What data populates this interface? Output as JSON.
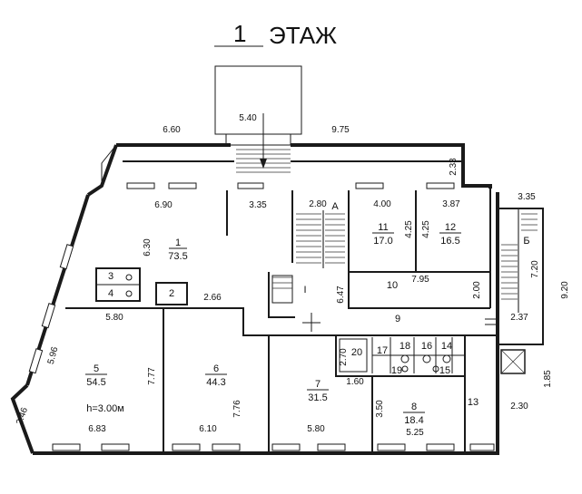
{
  "title": {
    "floor_number": "1",
    "floor_word": "ЭТАЖ"
  },
  "letters": {
    "a": "А",
    "b": "Б"
  },
  "height_note": "h=3.00м",
  "rooms": [
    {
      "id": "r1",
      "number": "1",
      "area": "73.5"
    },
    {
      "id": "r2",
      "number": "2",
      "area": ""
    },
    {
      "id": "r3",
      "number": "3",
      "area": ""
    },
    {
      "id": "r4",
      "number": "4",
      "area": ""
    },
    {
      "id": "r5",
      "number": "5",
      "area": "54.5"
    },
    {
      "id": "r6",
      "number": "6",
      "area": "44.3"
    },
    {
      "id": "r7",
      "number": "7",
      "area": "31.5"
    },
    {
      "id": "r8",
      "number": "8",
      "area": "18.4"
    },
    {
      "id": "r9",
      "number": "9",
      "area": ""
    },
    {
      "id": "r10",
      "number": "10",
      "area": ""
    },
    {
      "id": "r11",
      "number": "11",
      "area": "17.0"
    },
    {
      "id": "r12",
      "number": "12",
      "area": "16.5"
    },
    {
      "id": "r13",
      "number": "13",
      "area": ""
    },
    {
      "id": "r14",
      "number": "14",
      "area": ""
    },
    {
      "id": "r15",
      "number": "15",
      "area": ""
    },
    {
      "id": "r16",
      "number": "16",
      "area": ""
    },
    {
      "id": "r17",
      "number": "17",
      "area": ""
    },
    {
      "id": "r18",
      "number": "18",
      "area": ""
    },
    {
      "id": "r19",
      "number": "19",
      "area": ""
    },
    {
      "id": "r20",
      "number": "20",
      "area": ""
    },
    {
      "id": "rI",
      "number": "I",
      "area": ""
    }
  ],
  "dimensions": {
    "d540": "5.40",
    "d660": "6.60",
    "d975": "9.75",
    "d233": "2.33",
    "d690": "6.90",
    "d335a": "3.35",
    "d280": "2.80",
    "d400": "4.00",
    "d387": "3.87",
    "d335b": "3.35",
    "d425a": "4.25",
    "d425b": "4.25",
    "d630": "6.30",
    "d720": "7.20",
    "d920": "9.20",
    "d795": "7.95",
    "d647": "6.47",
    "d266": "2.66",
    "d200": "2.00",
    "d580a": "5.80",
    "d237": "2.37",
    "d596": "5.96",
    "d777": "7.77",
    "d270": "2.70",
    "d160": "1.60",
    "d776": "7.76",
    "d350": "3.50",
    "d185": "1.85",
    "d246": "2.46",
    "d230": "2.30",
    "d683": "6.83",
    "d610": "6.10",
    "d580b": "5.80",
    "d525": "5.25"
  }
}
